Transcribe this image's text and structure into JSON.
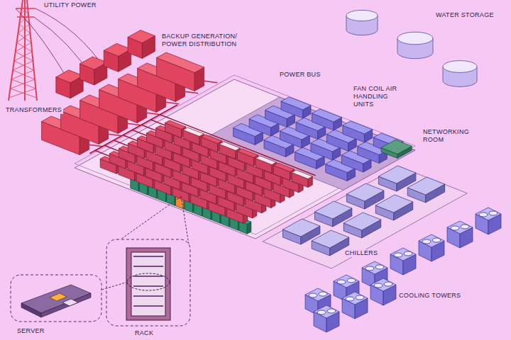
{
  "diagram": {
    "labels": [
      "UTILITY POWER",
      "BACKUP GENERATION/ POWER DISTRIBUTION",
      "TRANSFORMERS",
      "POWER BUS",
      "WATER STORAGE",
      "FAN COIL AIR HANDLING UNITS",
      "NETWORKING ROOM",
      "CHILLERS",
      "COOLING TOWERS",
      "SERVER",
      "RACK"
    ]
  }
}
